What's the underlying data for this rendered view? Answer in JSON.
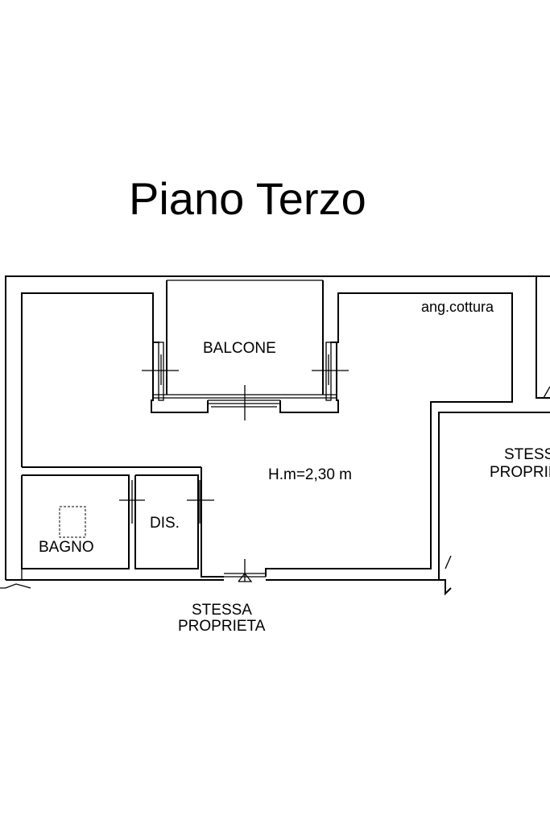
{
  "title": "Piano Terzo",
  "rooms": {
    "balcone": "BALCONE",
    "kitchen_corner": "ang.cottura",
    "height": "H.m=2,30 m",
    "bathroom": "BAGNO",
    "hallway": "DIS."
  },
  "neighbours": {
    "bottom_line1": "STESSA",
    "bottom_line2": "PROPRIETA",
    "right_line1": "STESSA",
    "right_line2": "PROPRIETA"
  }
}
